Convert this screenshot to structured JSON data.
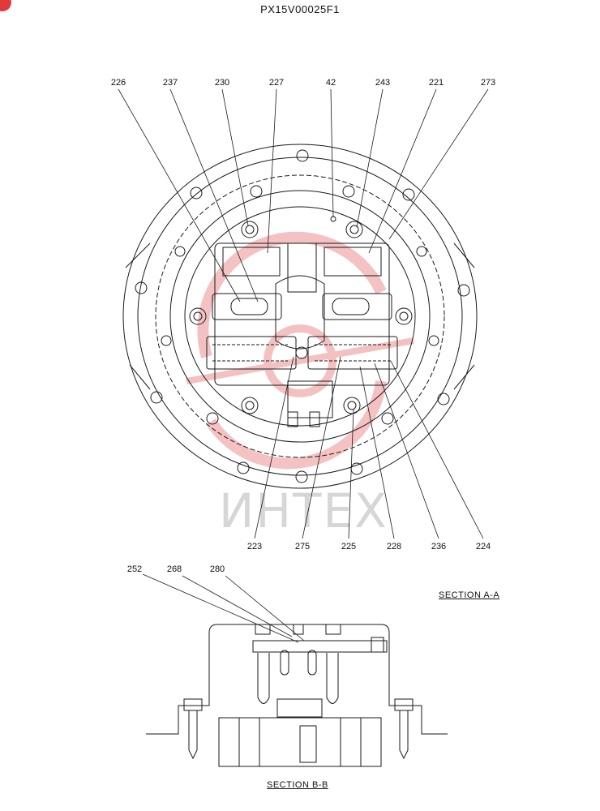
{
  "document": {
    "title": "PX15V00025F1",
    "watermark": "ИНТЕХ"
  },
  "top_view": {
    "callouts_top": [
      "226",
      "237",
      "230",
      "227",
      "42",
      "243",
      "221",
      "273"
    ],
    "callouts_bottom": [
      "223",
      "275",
      "225",
      "228",
      "236",
      "224"
    ],
    "section_label": "SECTION A-A"
  },
  "bottom_view": {
    "callouts": [
      "252",
      "268",
      "280"
    ],
    "section_label": "SECTION B-B"
  },
  "colors": {
    "line": "#1a1a1a",
    "watermark_red": "#f2b7b7",
    "badge": "#e23a3a"
  }
}
